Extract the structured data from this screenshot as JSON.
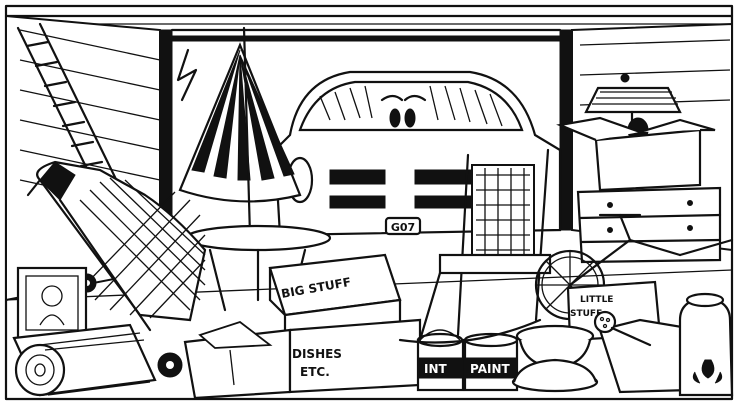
{
  "scene": {
    "license_plate": "G07",
    "box_big_stuff": "BIG STUFF",
    "box_dishes_line1": "DISHES",
    "box_dishes_line2": "ETC.",
    "paint_can_left": "INT",
    "paint_can_right": "PAINT",
    "box_little_stuff_line1": "LITTLE",
    "box_little_stuff_line2": "STUFF"
  },
  "colors": {
    "ink": "#111111",
    "paper": "#ffffff"
  }
}
